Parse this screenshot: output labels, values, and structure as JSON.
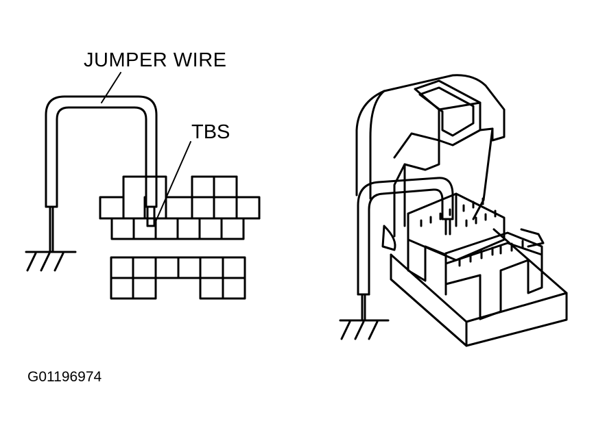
{
  "labels": {
    "jumper_wire": "JUMPER WIRE",
    "tbs": "TBS",
    "figure_code": "G01196974"
  },
  "colors": {
    "ink": "#000000",
    "paper": "#ffffff"
  },
  "icons": {
    "ground_left": "ground-symbol",
    "ground_right": "ground-symbol"
  }
}
